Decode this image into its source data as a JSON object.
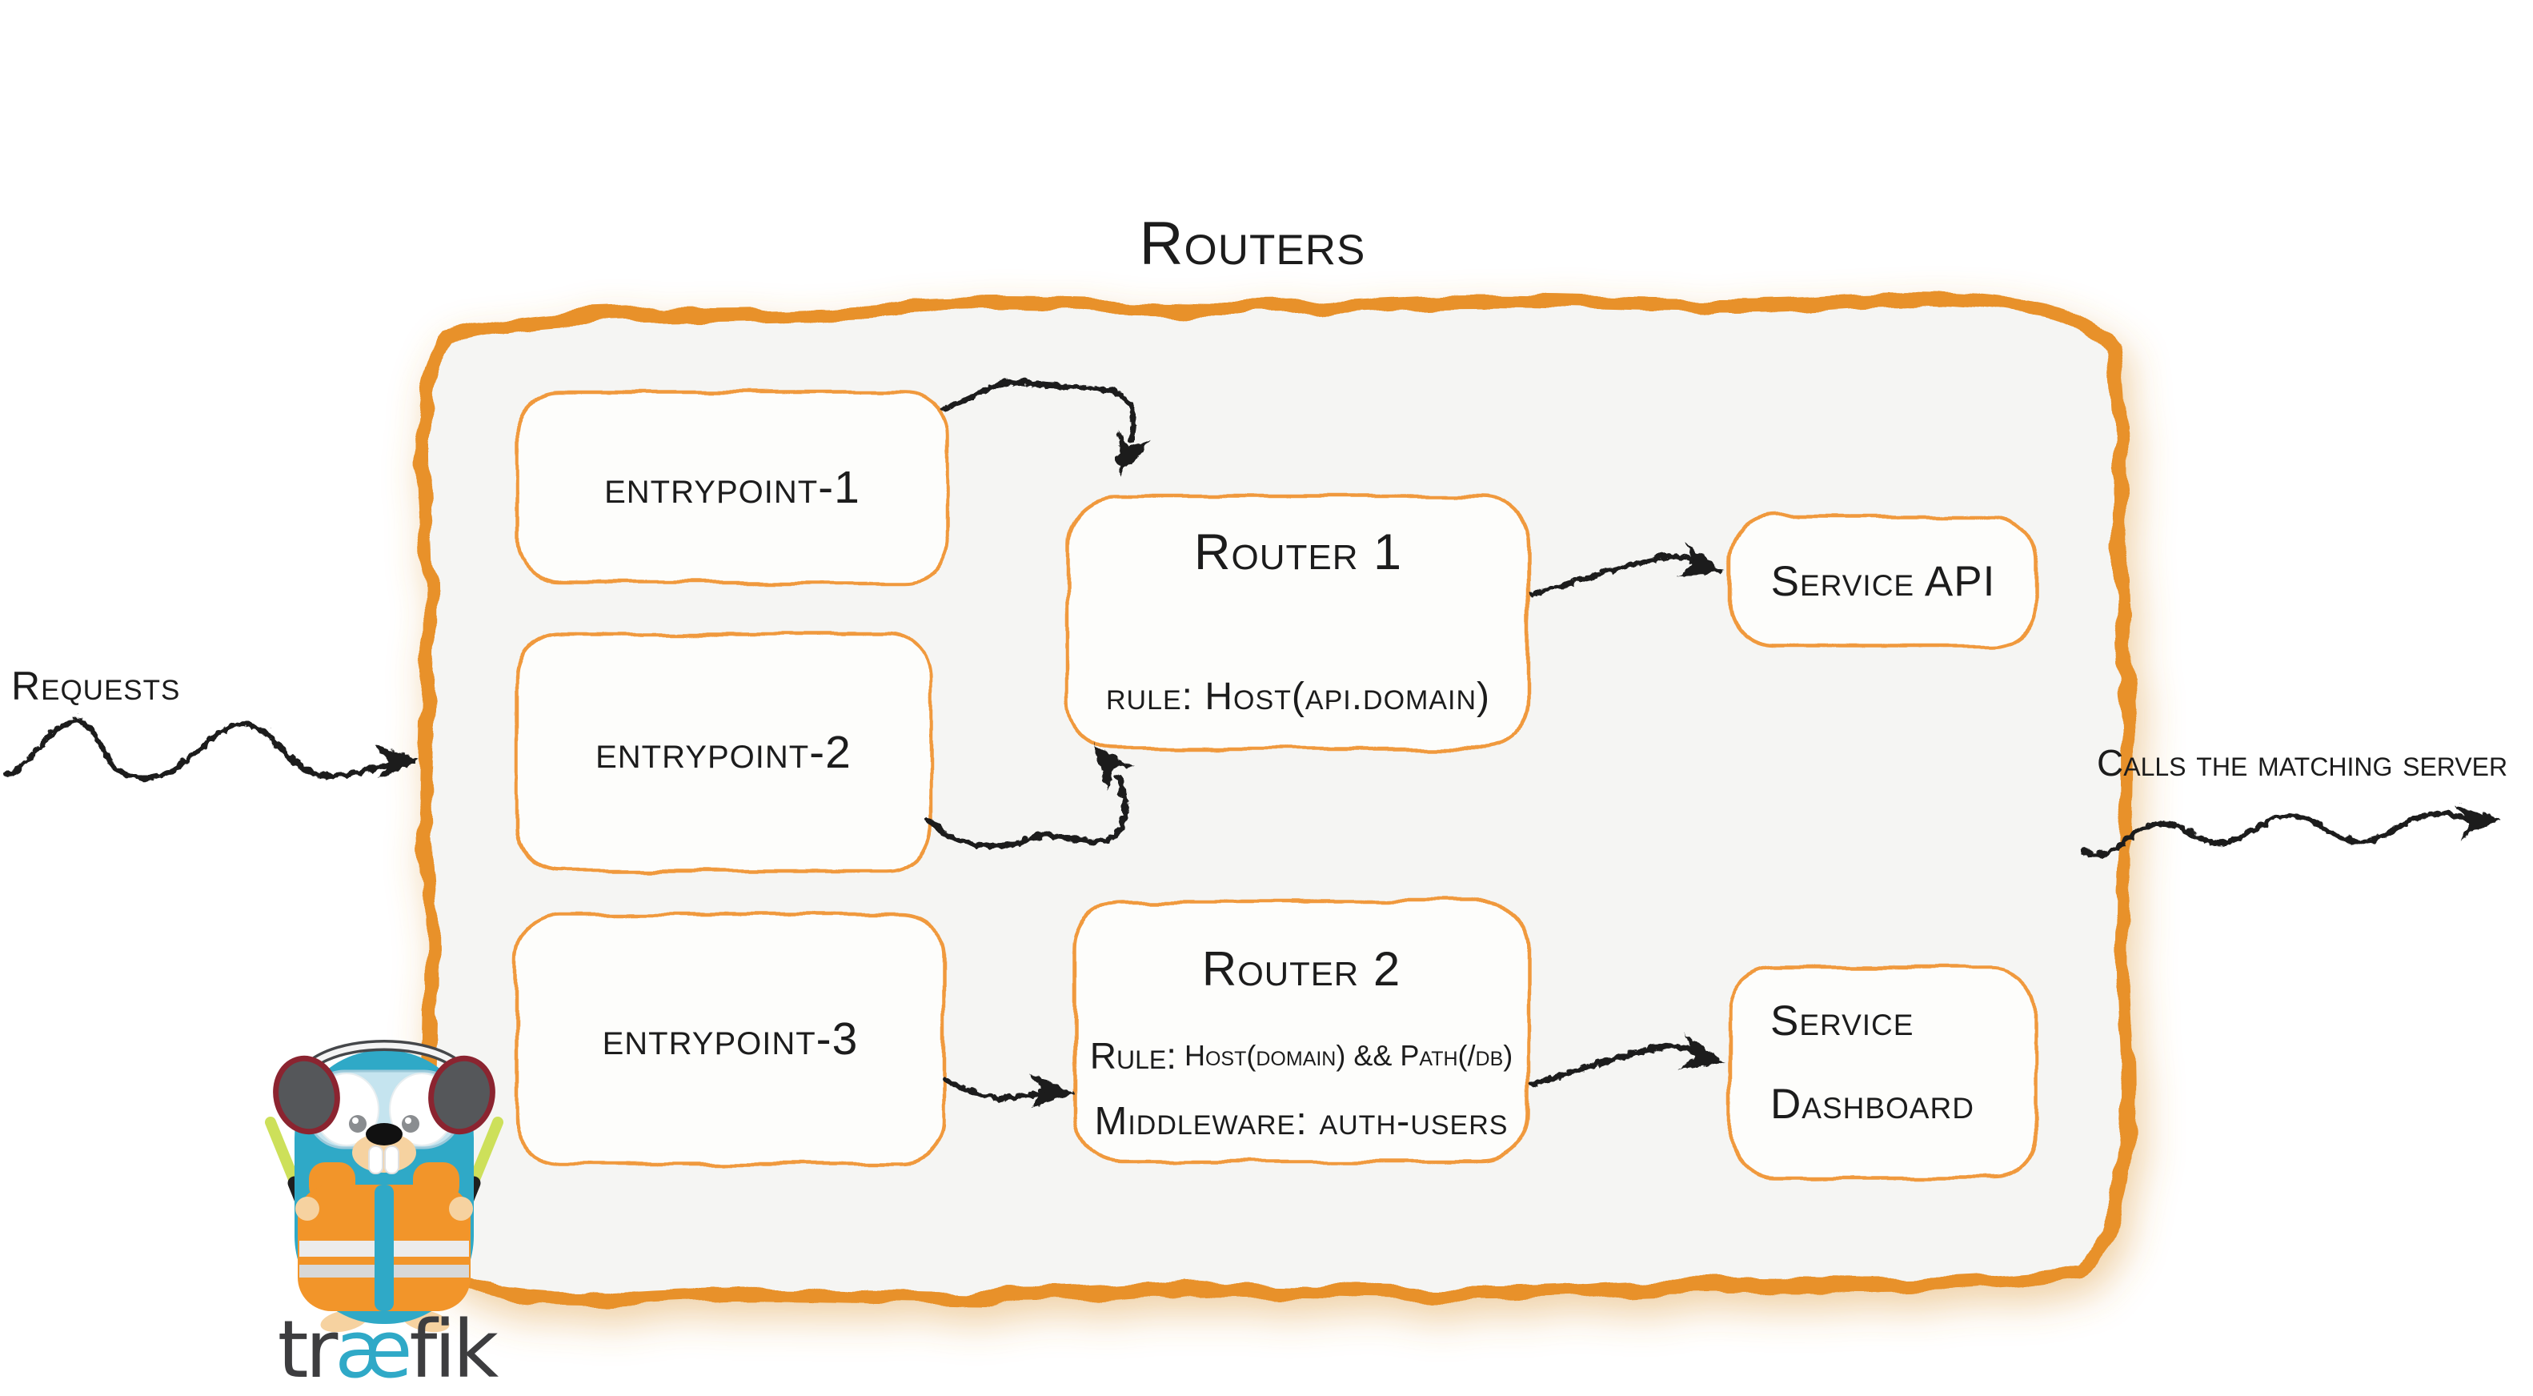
{
  "title": "Routers",
  "annotations": {
    "requests": "Requests",
    "calls_matching_server": "Calls the matching server"
  },
  "entrypoints": [
    {
      "label": "entrypoint-1"
    },
    {
      "label": "entrypoint-2"
    },
    {
      "label": "entrypoint-3"
    }
  ],
  "routers": [
    {
      "name": "Router 1",
      "rule": "rule: Host(api.domain)"
    },
    {
      "name": "Router 2",
      "rule_prefix": "Rule:",
      "rule_value": "Host(domain) && Path(/db)",
      "middleware": "Middleware: auth-users"
    }
  ],
  "services": [
    {
      "lines": [
        "Service API"
      ]
    },
    {
      "lines": [
        "Service",
        "Dashboard"
      ]
    }
  ],
  "logo": {
    "word_start": "tr",
    "word_mid": "æ",
    "word_end": "fik"
  },
  "colors": {
    "container_border_orange": "#e8912c",
    "box_border_orange": "#f0993c",
    "container_fill_gray": "#f5f5f3",
    "box_fill_white": "#fdfdfb",
    "arrow_ink_black": "#1a1a1a",
    "gopher_teal": "#2fa9c7",
    "wordmark_gray": "#3d3d3f",
    "vest_orange": "#f2952a",
    "glowstick_green": "#cde05a",
    "headphone_gray": "#55575a",
    "headphone_rim_maroon": "#8b2430"
  }
}
